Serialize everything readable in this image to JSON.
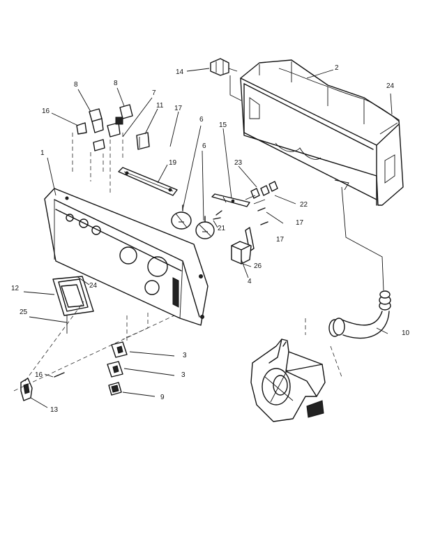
{
  "callouts": [
    {
      "id": "c1",
      "text": "1"
    },
    {
      "id": "c2",
      "text": "2"
    },
    {
      "id": "c3a",
      "text": "3"
    },
    {
      "id": "c3b",
      "text": "3"
    },
    {
      "id": "c4",
      "text": "4"
    },
    {
      "id": "c6a",
      "text": "6"
    },
    {
      "id": "c6b",
      "text": "6"
    },
    {
      "id": "c7",
      "text": "7"
    },
    {
      "id": "c8a",
      "text": "8"
    },
    {
      "id": "c8b",
      "text": "8"
    },
    {
      "id": "c9",
      "text": "9"
    },
    {
      "id": "c10",
      "text": "10"
    },
    {
      "id": "c11",
      "text": "11"
    },
    {
      "id": "c12",
      "text": "12"
    },
    {
      "id": "c13",
      "text": "13"
    },
    {
      "id": "c14",
      "text": "14"
    },
    {
      "id": "c15",
      "text": "15"
    },
    {
      "id": "c16a",
      "text": "16"
    },
    {
      "id": "c16b",
      "text": "16"
    },
    {
      "id": "c17a",
      "text": "17"
    },
    {
      "id": "c17b",
      "text": "17"
    },
    {
      "id": "c17c",
      "text": "17"
    },
    {
      "id": "c19",
      "text": "19"
    },
    {
      "id": "c21",
      "text": "21"
    },
    {
      "id": "c22",
      "text": "22"
    },
    {
      "id": "c23",
      "text": "23"
    },
    {
      "id": "c24a",
      "text": "24"
    },
    {
      "id": "c24b",
      "text": "24"
    },
    {
      "id": "c25",
      "text": "25"
    },
    {
      "id": "c26",
      "text": "26"
    }
  ]
}
